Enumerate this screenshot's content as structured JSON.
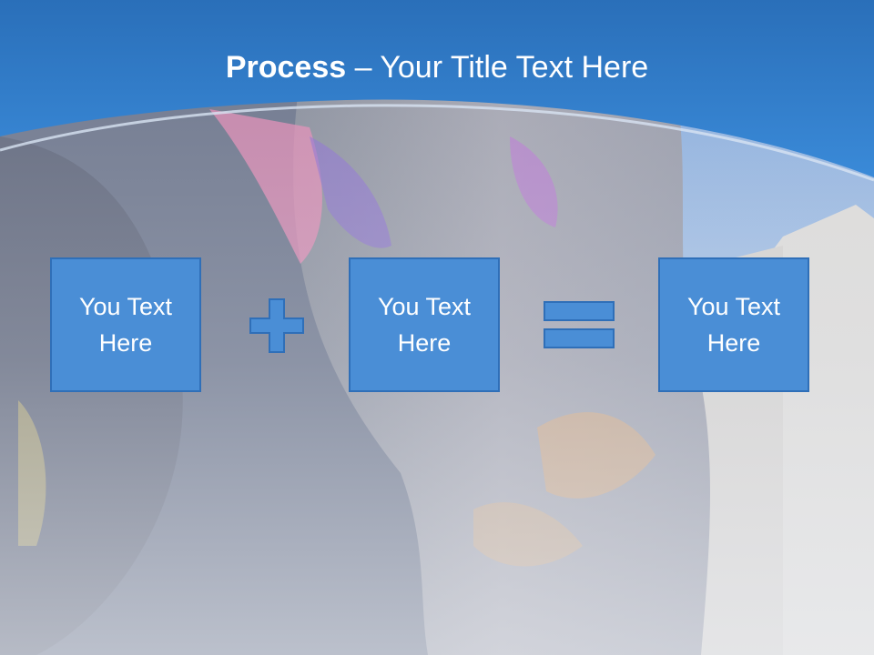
{
  "slide": {
    "title_bold": "Process",
    "title_rest": " – Your Title Text Here",
    "boxes": [
      {
        "text": "You Text Here"
      },
      {
        "text": "You Text Here"
      },
      {
        "text": "You Text Here"
      }
    ],
    "operators": [
      "plus-icon",
      "equals-icon"
    ]
  },
  "colors": {
    "header_blue": "#2f7fcc",
    "box_fill": "#4a8ed6",
    "box_border": "#2f6fb8"
  }
}
